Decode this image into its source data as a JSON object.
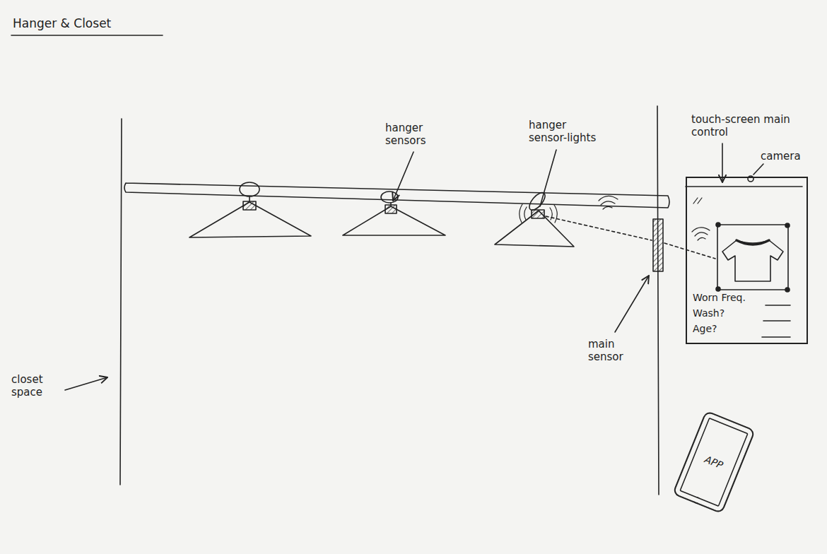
{
  "diagram": {
    "title": "Hanger & Closet",
    "nodes": [
      {
        "text": [
          "Worn Freq.",
          "Wash?",
          "Age?"
        ]
      },
      {
        "text": [
          "APP"
        ]
      }
    ],
    "labels": [
      "hanger sensors",
      "hanger sensor-lights",
      "touch-screen main control",
      "camera",
      "main sensor",
      "closet space"
    ]
  }
}
